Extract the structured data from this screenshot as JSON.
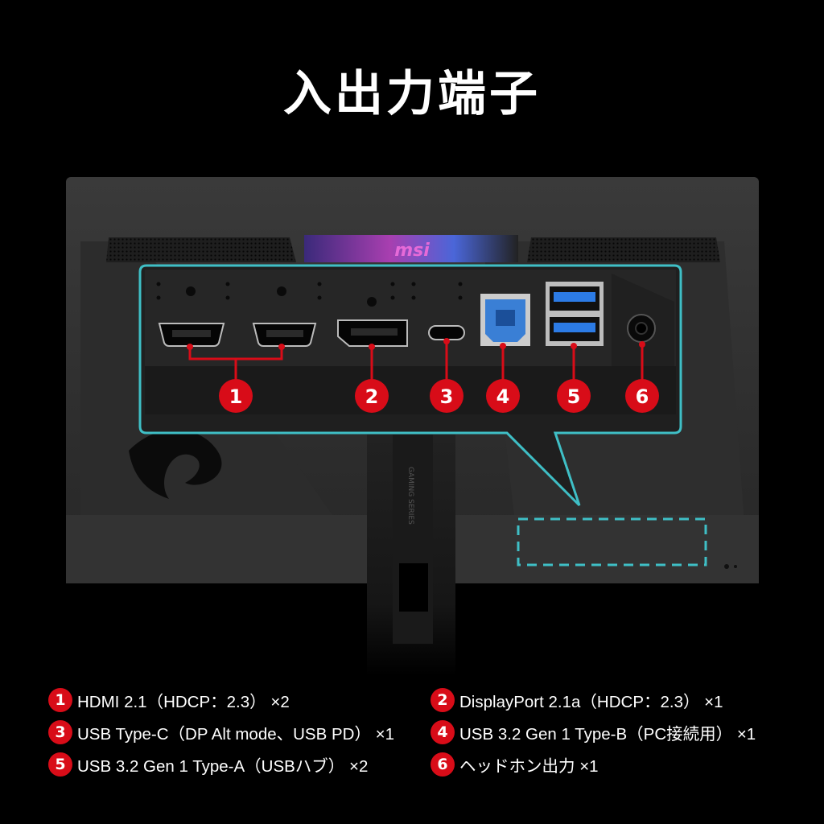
{
  "title": "入出力端子",
  "brand": "msi",
  "stand_label": "GAMING SERIES",
  "ports": [
    {
      "number": "1",
      "label": "HDMI 2.1（HDCP：2.3） ×2"
    },
    {
      "number": "2",
      "label": "DisplayPort 2.1a（HDCP：2.3） ×1"
    },
    {
      "number": "3",
      "label": "USB Type-C（DP Alt mode、USB PD） ×1"
    },
    {
      "number": "4",
      "label": "USB 3.2 Gen 1 Type-B（PC接続用） ×1"
    },
    {
      "number": "5",
      "label": "USB 3.2 Gen 1 Type-A（USBハブ） ×2"
    },
    {
      "number": "6",
      "label": "ヘッドホン出力 ×1"
    }
  ],
  "colors": {
    "background": "#000000",
    "badge": "#d80c18",
    "callout_outline": "#3fbfc6",
    "usb_a_blue": "#2c7be5",
    "usb_b_blue": "#3a7fd5"
  }
}
